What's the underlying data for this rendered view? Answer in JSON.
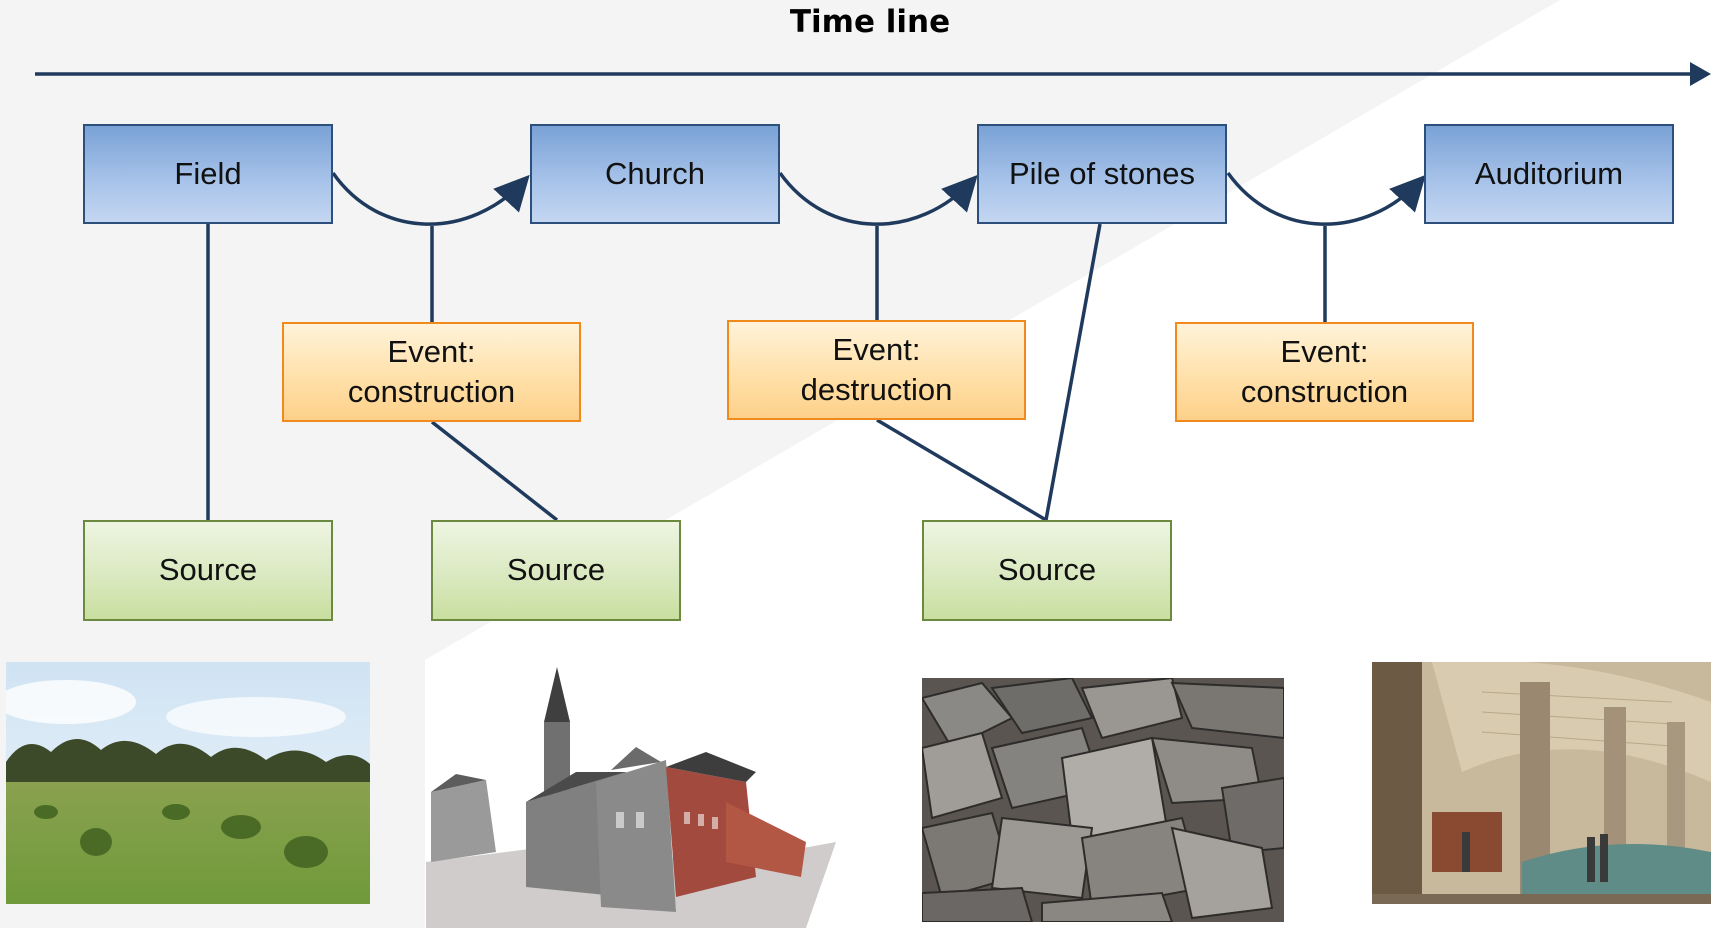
{
  "timeline": {
    "title": "Time line"
  },
  "states": [
    {
      "label": "Field"
    },
    {
      "label": "Church"
    },
    {
      "label": "Pile of stones"
    },
    {
      "label": "Auditorium"
    }
  ],
  "events": [
    {
      "line1": "Event:",
      "line2": "construction"
    },
    {
      "line1": "Event:",
      "line2": "destruction"
    },
    {
      "line1": "Event:",
      "line2": "construction"
    }
  ],
  "sources": [
    {
      "label": "Source"
    },
    {
      "label": "Source"
    },
    {
      "label": "Source"
    }
  ],
  "colors": {
    "line": "#1f3a5c",
    "state_border": "#2c4f7c",
    "event_border": "#f08a1c",
    "source_border": "#6c8a3f"
  },
  "photos": [
    {
      "subject": "field-photo"
    },
    {
      "subject": "church-3d-model"
    },
    {
      "subject": "pile-of-stones-photo"
    },
    {
      "subject": "auditorium-interior-illustration"
    }
  ]
}
